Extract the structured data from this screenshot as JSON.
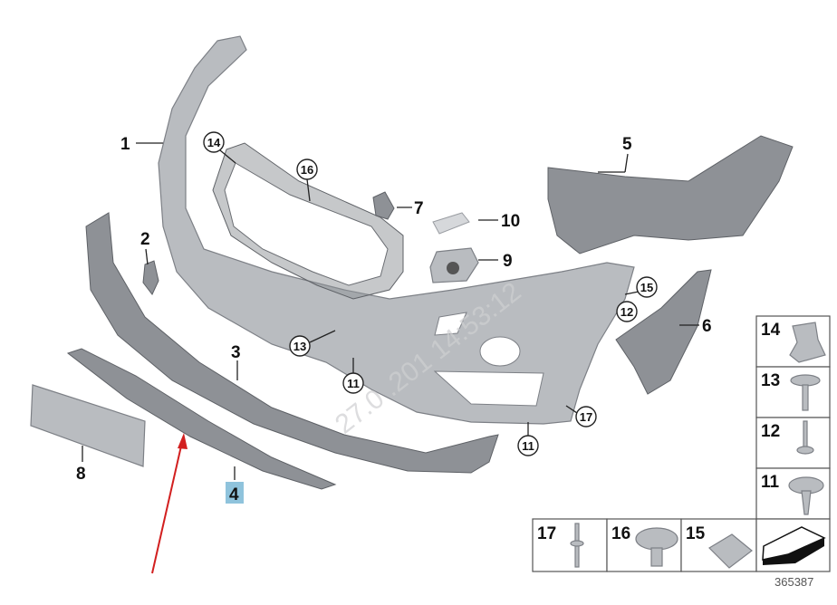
{
  "diagram_number": "365387",
  "watermark": "27.0 .201 14:53:12",
  "part_labels": [
    "1",
    "2",
    "3",
    "4",
    "5",
    "6",
    "7",
    "8",
    "9",
    "10"
  ],
  "circled_labels": {
    "c14": "14",
    "c16": "16",
    "c15": "15",
    "c12": "12",
    "c13": "13",
    "c11a": "11",
    "c11b": "11",
    "c17": "17"
  },
  "fastener_grid": {
    "right_column": [
      "14",
      "13",
      "12",
      "11"
    ],
    "bottom_row": [
      "17",
      "16",
      "15"
    ]
  },
  "highlight_color": "#8fc3dc",
  "arrow_color": "#d21f1f"
}
